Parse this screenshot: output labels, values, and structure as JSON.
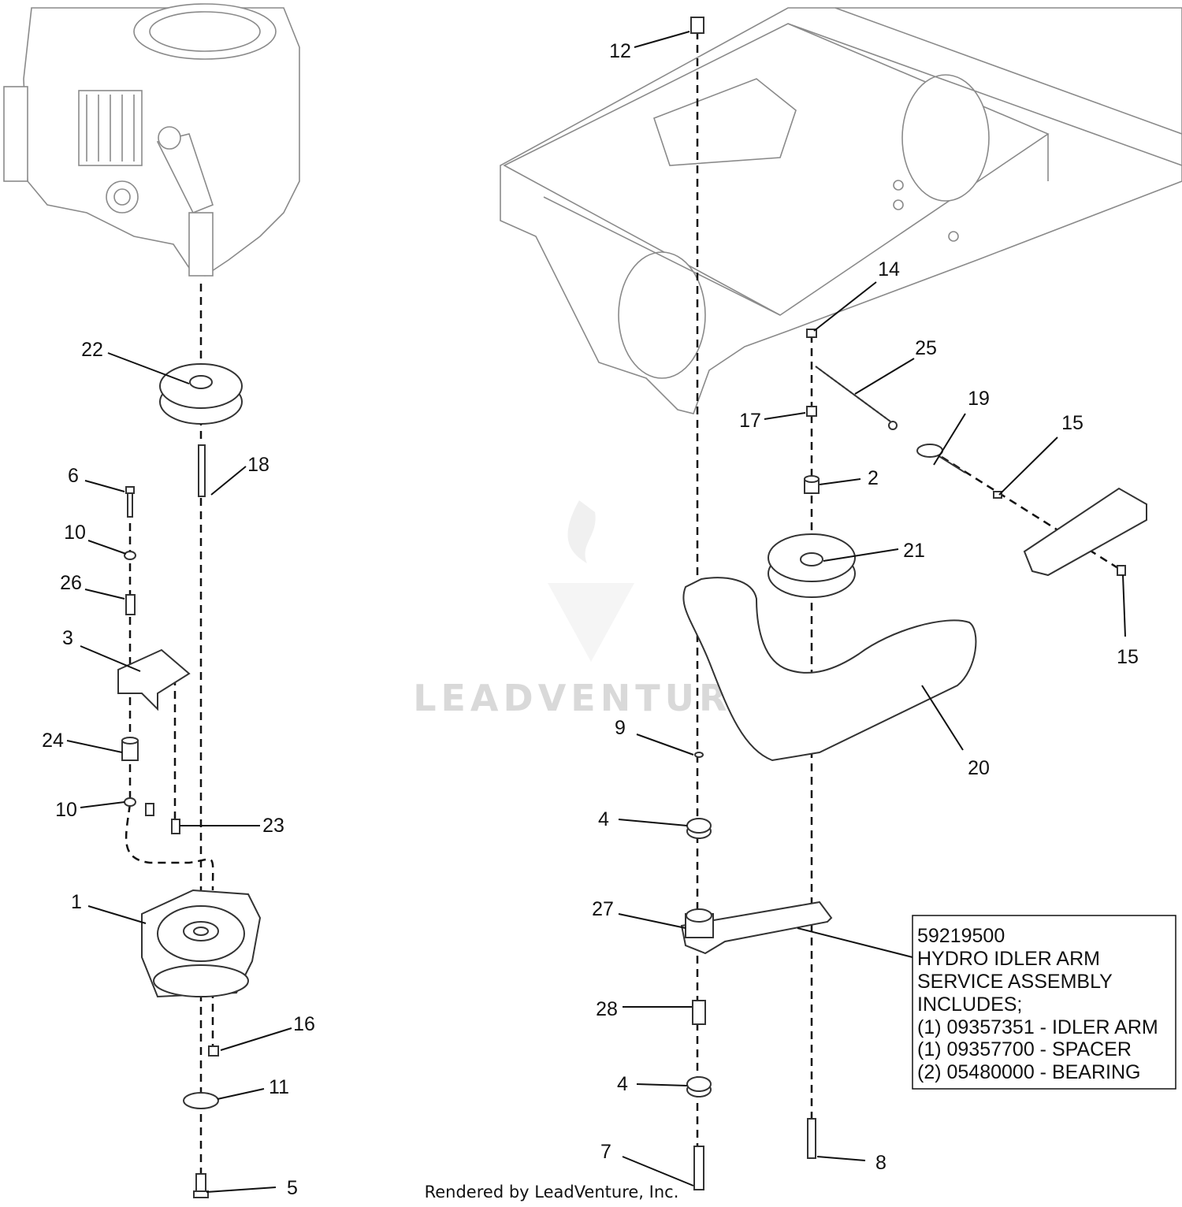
{
  "callouts": {
    "c1": "1",
    "c2": "2",
    "c3": "3",
    "c4a": "4",
    "c4b": "4",
    "c5": "5",
    "c6": "6",
    "c7": "7",
    "c8": "8",
    "c9": "9",
    "c10a": "10",
    "c10b": "10",
    "c11": "11",
    "c12": "12",
    "c14": "14",
    "c15a": "15",
    "c15b": "15",
    "c16": "16",
    "c17": "17",
    "c18": "18",
    "c19": "19",
    "c20": "20",
    "c21": "21",
    "c22": "22",
    "c23": "23",
    "c24": "24",
    "c25": "25",
    "c26": "26",
    "c27": "27",
    "c28": "28"
  },
  "service_note": {
    "lines": [
      "59219500",
      "HYDRO IDLER ARM",
      "SERVICE ASSEMBLY",
      "INCLUDES;",
      "(1) 09357351 - IDLER ARM",
      "(1) 09357700 - SPACER",
      "(2) 05480000 - BEARING"
    ]
  },
  "watermark": "LEADVENTURE",
  "footer": "Rendered by LeadVenture, Inc."
}
